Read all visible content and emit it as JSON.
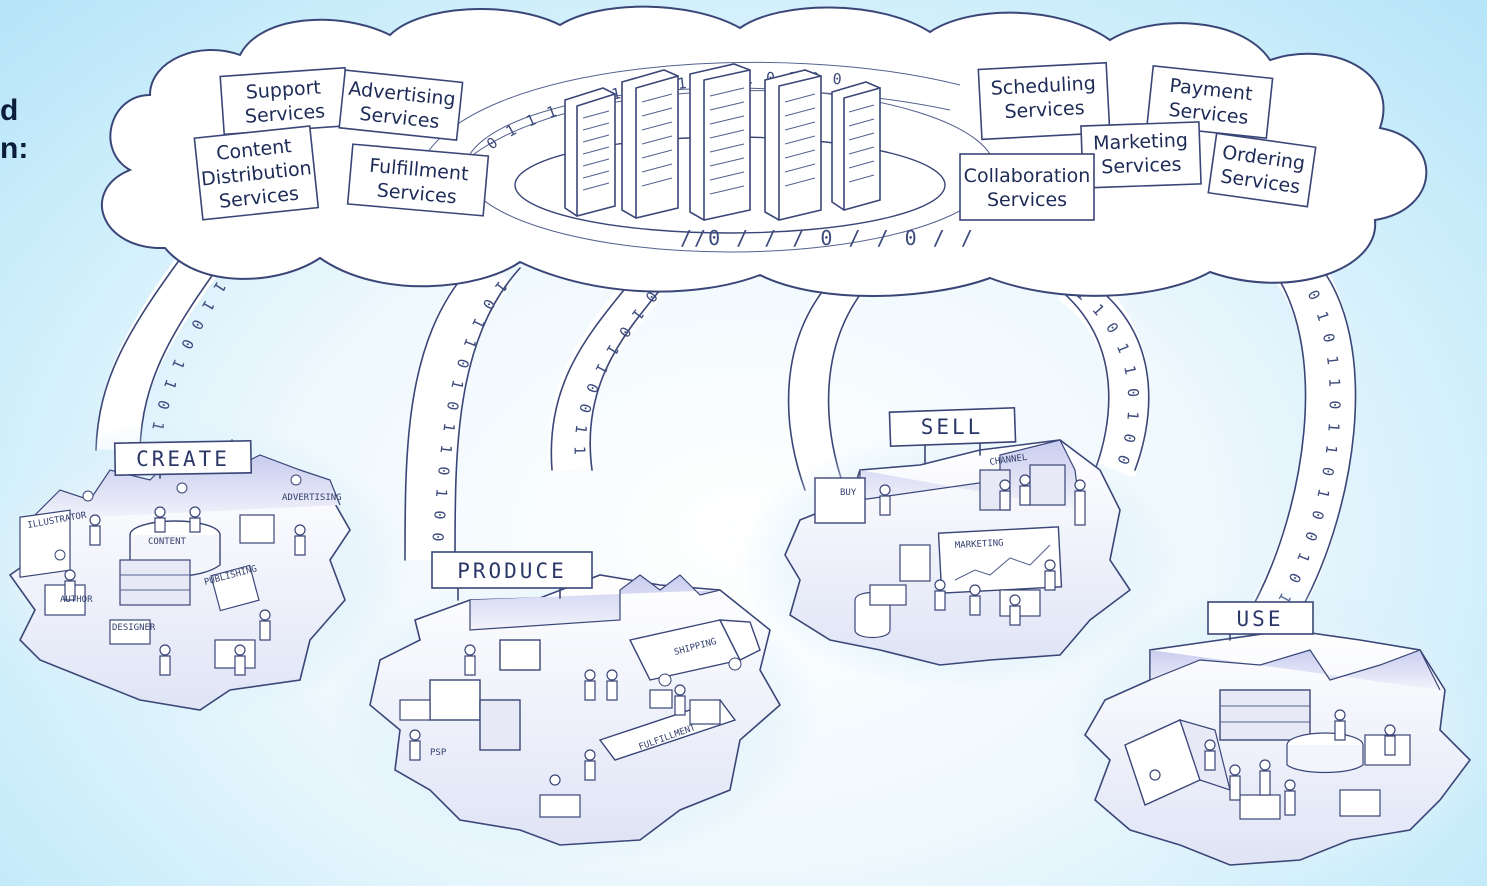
{
  "title_fragments": [
    "d",
    "n:"
  ],
  "cloud": {
    "services": [
      {
        "lines": [
          "Support",
          "Services"
        ]
      },
      {
        "lines": [
          "Advertising",
          "Services"
        ]
      },
      {
        "lines": [
          "Content",
          "Distribution",
          "Services"
        ]
      },
      {
        "lines": [
          "Fulfillment",
          "Services"
        ]
      },
      {
        "lines": [
          "Scheduling",
          "Services"
        ]
      },
      {
        "lines": [
          "Payment",
          "Services"
        ]
      },
      {
        "lines": [
          "Marketing",
          "Services"
        ]
      },
      {
        "lines": [
          "Ordering",
          "Services"
        ]
      },
      {
        "lines": [
          "Collaboration",
          "Services"
        ]
      }
    ],
    "binary_ring": "11 0 1 1 1 0 1 1 0 1 1 1 0 1 0 1 0 0",
    "binary_bottom": "//0 / / / 0 / / 0 / /",
    "binary_streams": [
      "0 1 1 0 0 1 1 0 1 0 0 1 1 0 1 1 0 0 1",
      "1 0 1 1 0 1 0 1 1 0 1 0 0 1 1 0 1",
      "0 1 0 1 1 0 0 1 1 0 1 1 0 1",
      "1 1 0 1 1 0 1 0 0 1 1 0 1 0 1",
      "0 0 1 0 1 1 0 1 1 0 1 0 0 1 0 1 1 0"
    ]
  },
  "stages": [
    {
      "label": "CREATE",
      "sublabels": [
        "ILLUSTRATOR",
        "AUTHOR",
        "CONTENT",
        "PUBLISHING",
        "DESIGNER",
        "ADVERTISING"
      ]
    },
    {
      "label": "PRODUCE",
      "sublabels": [
        "SHIPPING",
        "PSP",
        "FULFILLMENT"
      ]
    },
    {
      "label": "SELL",
      "sublabels": [
        "CHANNEL",
        "BUY",
        "MARKETING"
      ]
    },
    {
      "label": "USE",
      "sublabels": []
    }
  ]
}
